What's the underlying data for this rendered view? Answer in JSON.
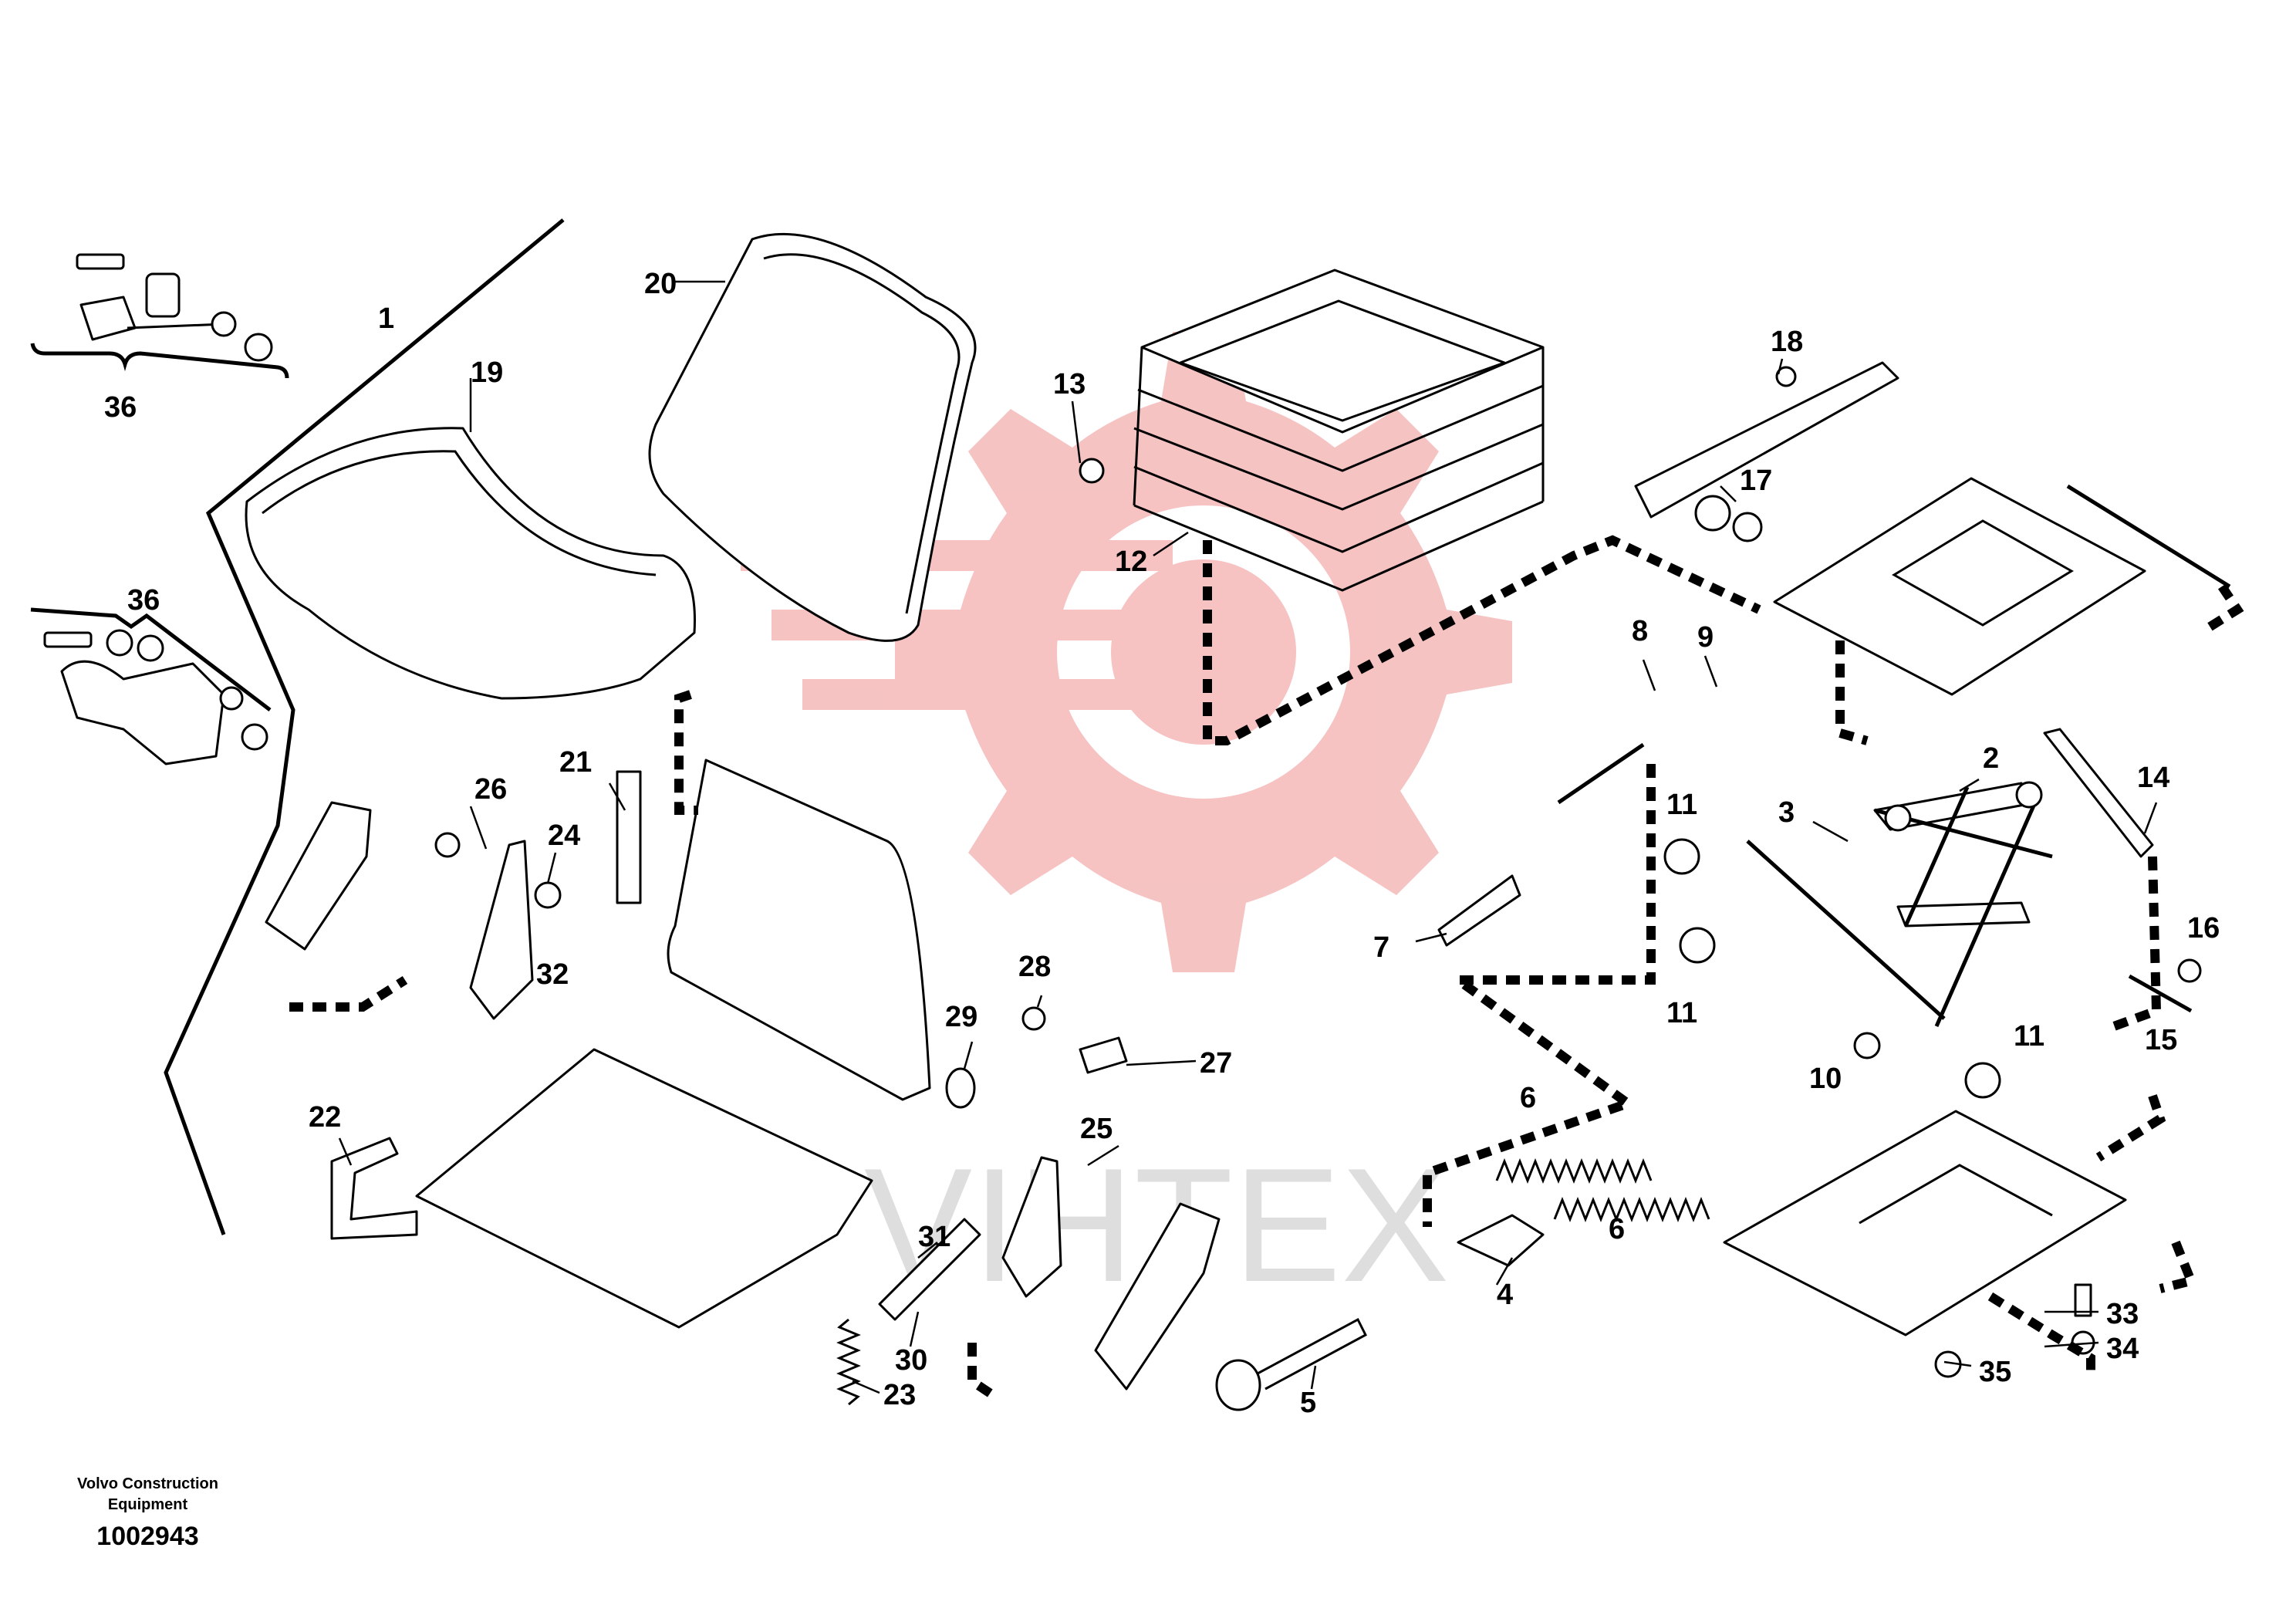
{
  "watermark": {
    "text": "VIHTEX",
    "gear_color": "#f5b8b8",
    "text_color": "#d9d9d9"
  },
  "parts": [
    {
      "id": "p1",
      "label": "1"
    },
    {
      "id": "p2",
      "label": "2"
    },
    {
      "id": "p3",
      "label": "3"
    },
    {
      "id": "p4",
      "label": "4"
    },
    {
      "id": "p5",
      "label": "5"
    },
    {
      "id": "p6a",
      "label": "6"
    },
    {
      "id": "p6b",
      "label": "6"
    },
    {
      "id": "p7",
      "label": "7"
    },
    {
      "id": "p8",
      "label": "8"
    },
    {
      "id": "p9",
      "label": "9"
    },
    {
      "id": "p10",
      "label": "10"
    },
    {
      "id": "p11a",
      "label": "11"
    },
    {
      "id": "p11b",
      "label": "11"
    },
    {
      "id": "p11c",
      "label": "11"
    },
    {
      "id": "p12",
      "label": "12"
    },
    {
      "id": "p13",
      "label": "13"
    },
    {
      "id": "p14",
      "label": "14"
    },
    {
      "id": "p15",
      "label": "15"
    },
    {
      "id": "p16",
      "label": "16"
    },
    {
      "id": "p17",
      "label": "17"
    },
    {
      "id": "p18",
      "label": "18"
    },
    {
      "id": "p19",
      "label": "19"
    },
    {
      "id": "p20",
      "label": "20"
    },
    {
      "id": "p21",
      "label": "21"
    },
    {
      "id": "p22",
      "label": "22"
    },
    {
      "id": "p23",
      "label": "23"
    },
    {
      "id": "p24",
      "label": "24"
    },
    {
      "id": "p25",
      "label": "25"
    },
    {
      "id": "p26",
      "label": "26"
    },
    {
      "id": "p27",
      "label": "27"
    },
    {
      "id": "p28",
      "label": "28"
    },
    {
      "id": "p29",
      "label": "29"
    },
    {
      "id": "p30",
      "label": "30"
    },
    {
      "id": "p31",
      "label": "31"
    },
    {
      "id": "p32",
      "label": "32"
    },
    {
      "id": "p33",
      "label": "33"
    },
    {
      "id": "p34",
      "label": "34"
    },
    {
      "id": "p35",
      "label": "35"
    },
    {
      "id": "p36a",
      "label": "36"
    },
    {
      "id": "p36b",
      "label": "36"
    }
  ],
  "footer": {
    "manufacturer": "Volvo Construction",
    "manufacturer_line2": "Equipment",
    "doc_number": "1002943"
  }
}
